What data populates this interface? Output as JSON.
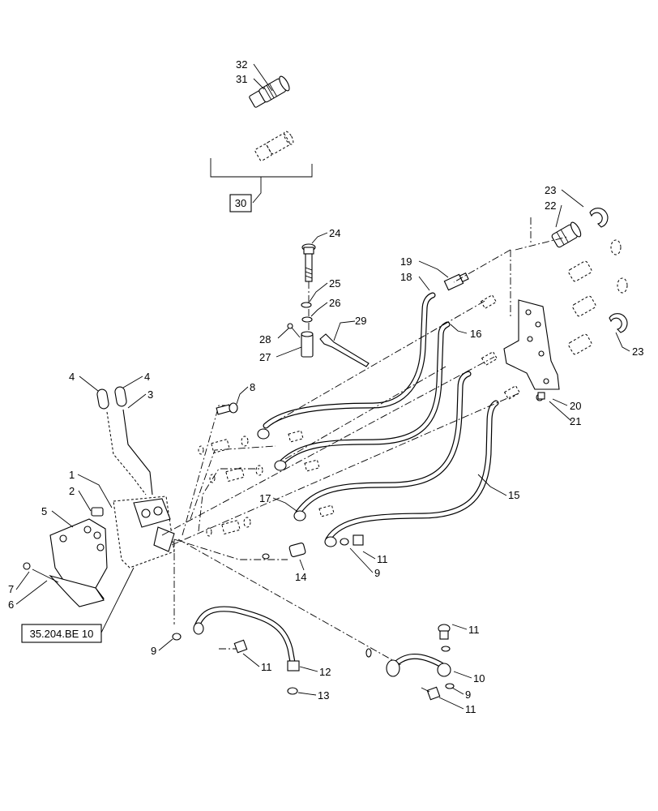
{
  "callouts": [
    {
      "id": "c32",
      "label": "32"
    },
    {
      "id": "c31",
      "label": "31"
    },
    {
      "id": "c24",
      "label": "24"
    },
    {
      "id": "c25",
      "label": "25"
    },
    {
      "id": "c26",
      "label": "26"
    },
    {
      "id": "c27",
      "label": "27"
    },
    {
      "id": "c28",
      "label": "28"
    },
    {
      "id": "c29",
      "label": "29"
    },
    {
      "id": "c19",
      "label": "19"
    },
    {
      "id": "c18",
      "label": "18"
    },
    {
      "id": "c16",
      "label": "16"
    },
    {
      "id": "c23a",
      "label": "23"
    },
    {
      "id": "c22",
      "label": "22"
    },
    {
      "id": "c23b",
      "label": "23"
    },
    {
      "id": "c20",
      "label": "20"
    },
    {
      "id": "c21",
      "label": "21"
    },
    {
      "id": "c4a",
      "label": "4"
    },
    {
      "id": "c4b",
      "label": "4"
    },
    {
      "id": "c3",
      "label": "3"
    },
    {
      "id": "c8",
      "label": "8"
    },
    {
      "id": "c1",
      "label": "1"
    },
    {
      "id": "c2",
      "label": "2"
    },
    {
      "id": "c5",
      "label": "5"
    },
    {
      "id": "c7",
      "label": "7"
    },
    {
      "id": "c6",
      "label": "6"
    },
    {
      "id": "c17",
      "label": "17"
    },
    {
      "id": "c15",
      "label": "15"
    },
    {
      "id": "c14",
      "label": "14"
    },
    {
      "id": "c11a",
      "label": "11"
    },
    {
      "id": "c9a",
      "label": "9"
    },
    {
      "id": "c9b",
      "label": "9"
    },
    {
      "id": "c11b",
      "label": "11"
    },
    {
      "id": "c12",
      "label": "12"
    },
    {
      "id": "c13",
      "label": "13"
    },
    {
      "id": "c11c",
      "label": "11"
    },
    {
      "id": "c10",
      "label": "10"
    },
    {
      "id": "c9c",
      "label": "9"
    },
    {
      "id": "c11d",
      "label": "11"
    }
  ],
  "references": {
    "kit_box": "30",
    "section_ref": "35.204.BE 10"
  }
}
